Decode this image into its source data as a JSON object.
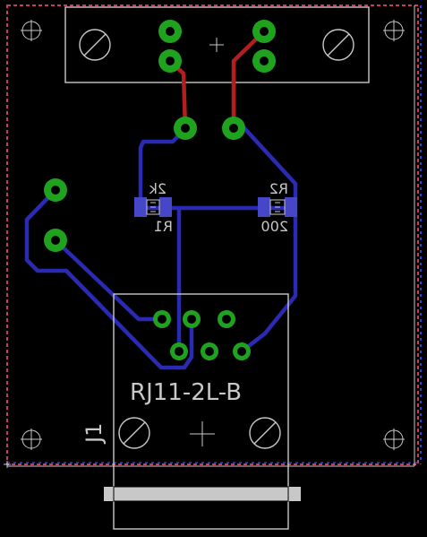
{
  "board": {
    "component_labels": {
      "r1_value": "2k",
      "r1_name": "R1",
      "r2_name": "R2",
      "r2_value": "200",
      "jack_value": "RJ11-2L-B",
      "jack_name": "J1"
    },
    "colors": {
      "background": "#000000",
      "silkscreen": "#c8c8c8",
      "top_copper": "#b41e1e",
      "bottom_copper": "#2a2ab4",
      "pad": "#1fa31f",
      "smd_pad": "#4646c8",
      "board_outline": "#c83c64"
    },
    "icons": {
      "mount_hole": "crosshair-circle-icon",
      "fiducial": "fiducial-icon",
      "polarity": "plus-icon"
    }
  }
}
